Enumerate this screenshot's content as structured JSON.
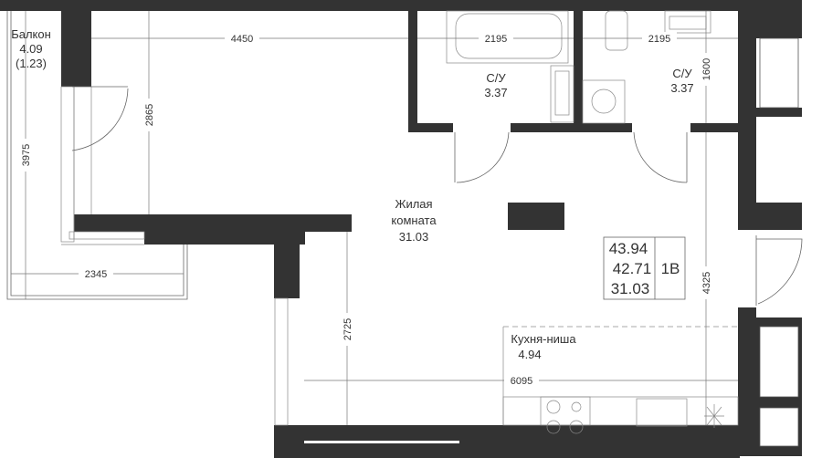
{
  "rooms": {
    "balcony": {
      "name": "Балкон",
      "area": "4.09",
      "reduced_area": "(1.23)"
    },
    "bathroom_left": {
      "name": "С/У",
      "area": "3.37"
    },
    "bathroom_right": {
      "name": "С/У",
      "area": "3.37"
    },
    "living": {
      "name_line1": "Жилая",
      "name_line2": "комната",
      "area": "31.03"
    },
    "kitchen": {
      "name": "Кухня-ниша",
      "area": "4.94"
    }
  },
  "dimensions": {
    "living_width": "4450",
    "living_depth_top": "2865",
    "balcony_length": "3975",
    "balcony_width": "2345",
    "bath_left_width": "2195",
    "bath_right_width": "2195",
    "bath_right_depth": "1600",
    "living_depth_bottom": "2725",
    "kitchen_depth": "4325",
    "total_width": "6095"
  },
  "summary": {
    "total_area": "43.94",
    "area_without_balcony": "42.71",
    "living_area": "31.03",
    "apartment_type": "1B"
  },
  "colors": {
    "wall": "#333333",
    "line": "#666666"
  }
}
